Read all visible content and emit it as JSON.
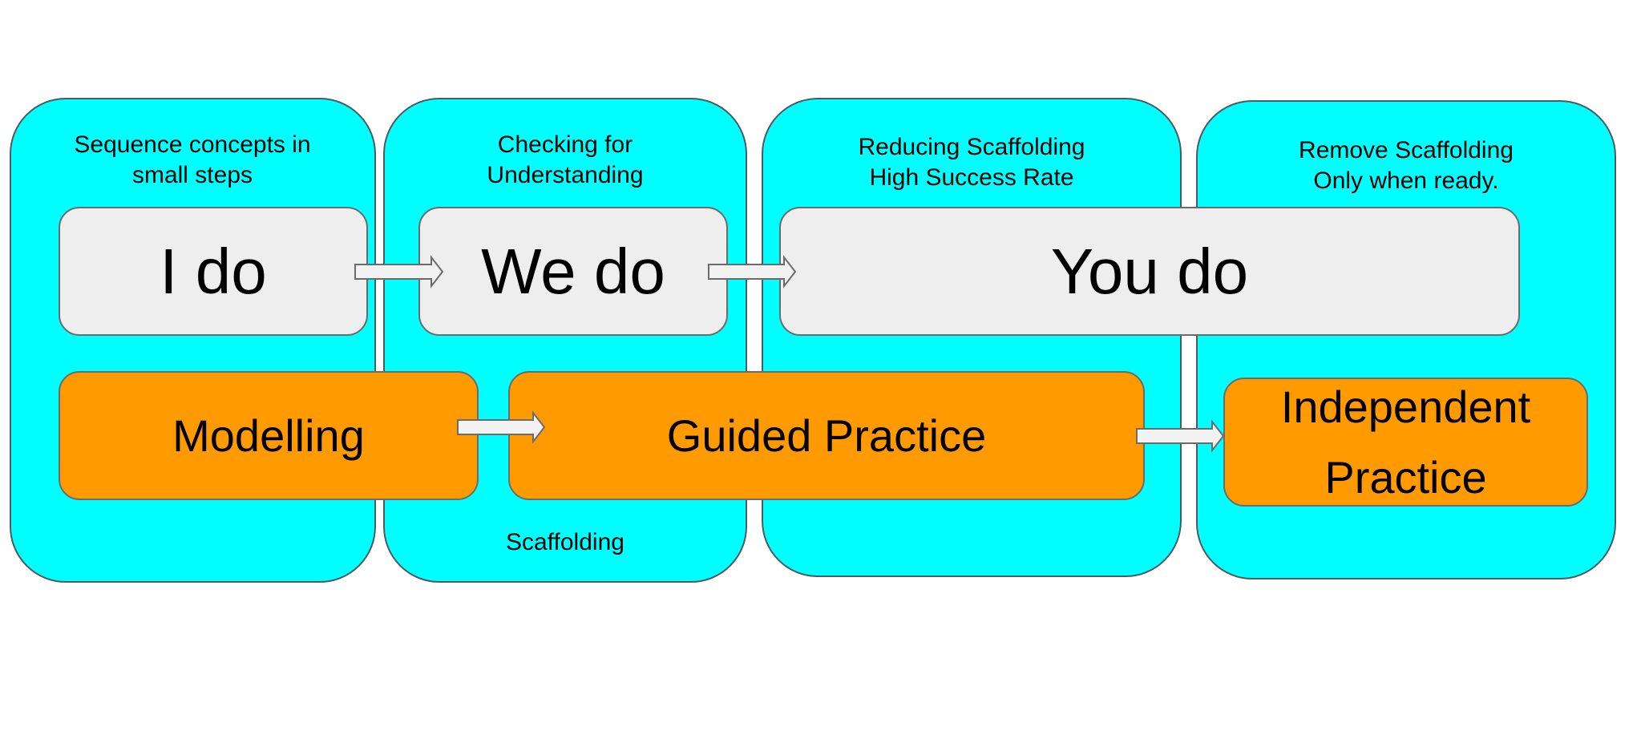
{
  "colors": {
    "column_fill": "#00ffff",
    "top_box_fill": "#eeeeee",
    "bottom_box_fill": "#ff9a00",
    "arrow_fill": "#f2f2f2"
  },
  "columns": [
    {
      "heading": "Sequence concepts in\nsmall  steps"
    },
    {
      "heading": "Checking for\nUnderstanding"
    },
    {
      "heading": "Reducing Scaffolding\nHigh Success Rate"
    },
    {
      "heading": "Remove Scaffolding\nOnly when ready."
    }
  ],
  "top_row": [
    {
      "label": "I do"
    },
    {
      "label": "We do"
    },
    {
      "label": "You do"
    }
  ],
  "bottom_row": [
    {
      "label": "Modelling"
    },
    {
      "label": "Guided Practice"
    },
    {
      "label": "Independent\nPractice"
    }
  ],
  "bottom_note": "Scaffolding"
}
